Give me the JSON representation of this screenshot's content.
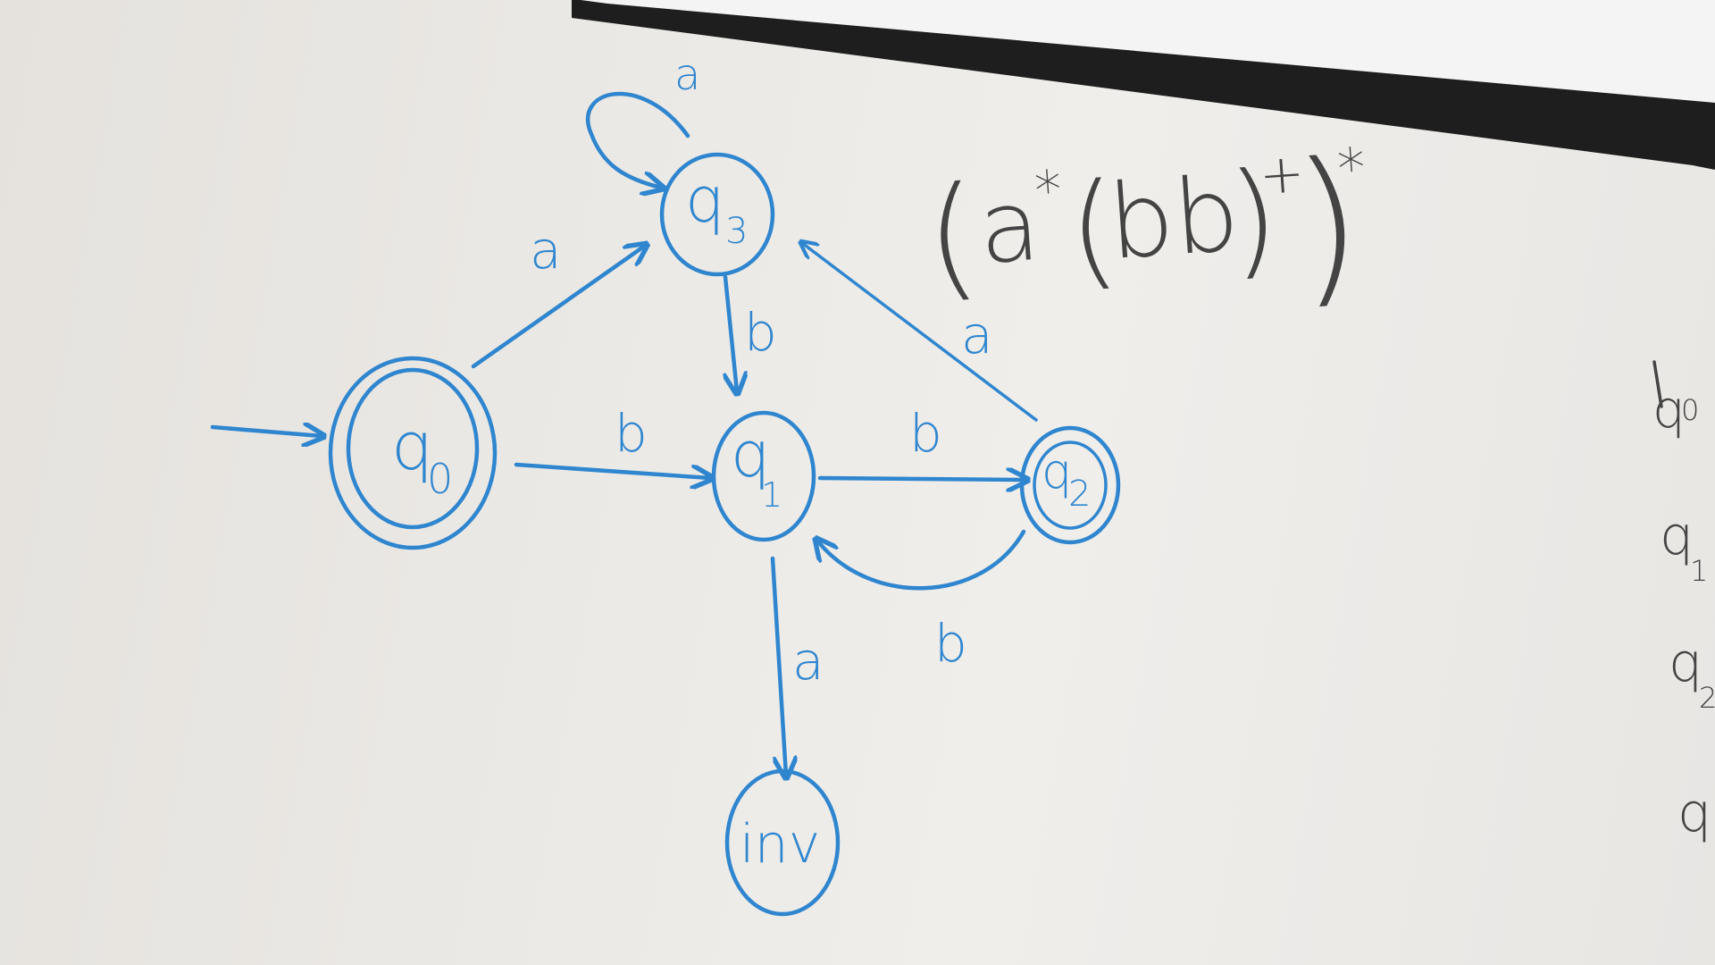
{
  "diagram": {
    "states": {
      "q0": {
        "name": "q",
        "sub": "0"
      },
      "q1": {
        "name": "q",
        "sub": "1"
      },
      "q2": {
        "name": "q",
        "sub": "2"
      },
      "q3": {
        "name": "q",
        "sub": "3"
      },
      "inv": {
        "name": "inv"
      }
    },
    "transitions": {
      "q0_q3": "a",
      "q3_self": "a",
      "q0_q1": "b",
      "q3_q1": "b",
      "q1_q2": "b",
      "q2_q1": "b",
      "q2_q3": "a",
      "q1_inv": "a"
    }
  },
  "regex": {
    "open_outer": "(",
    "a": "a",
    "star1": "*",
    "open_inner": "(",
    "bb": "bb",
    "close_inner": ")",
    "plus": "+",
    "close_outer": ")",
    "star2": "*"
  },
  "right_column": {
    "items": [
      {
        "name": "q",
        "sub": "0"
      },
      {
        "name": "q",
        "sub": "1"
      },
      {
        "name": "q",
        "sub": "2"
      },
      {
        "name": "q",
        "sub": ""
      }
    ]
  },
  "colors": {
    "marker_blue": "#2f86cf",
    "marker_black": "#444444",
    "frame": "#1e1e1e"
  }
}
